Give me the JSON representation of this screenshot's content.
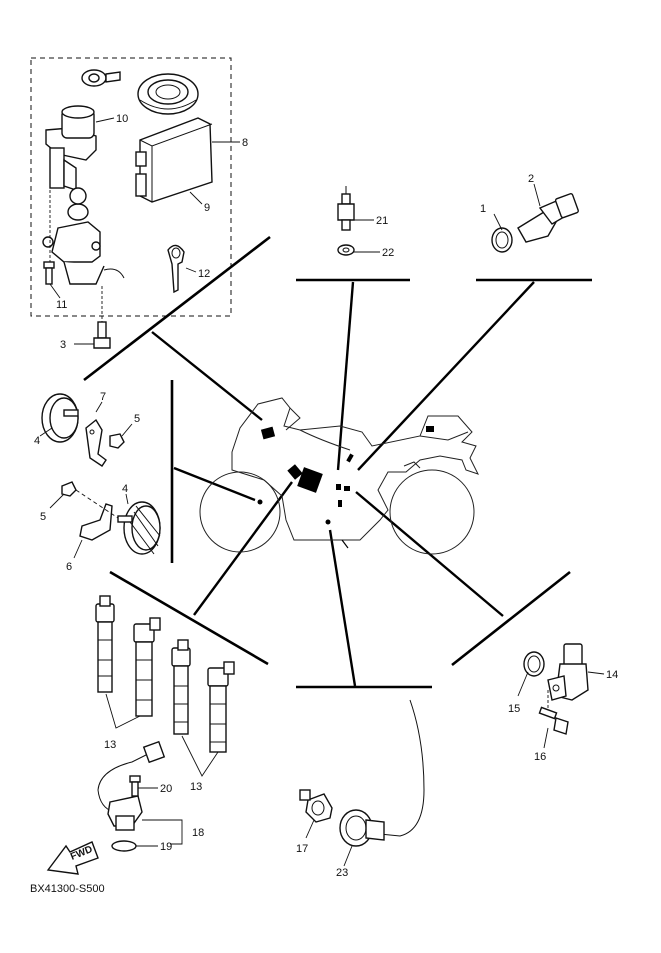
{
  "diagram": {
    "labels": {
      "p1": "1",
      "p2": "2",
      "p3": "3",
      "p4a": "4",
      "p4b": "4",
      "p5a": "5",
      "p5b": "5",
      "p6": "6",
      "p7": "7",
      "p8": "8",
      "p9": "9",
      "p10": "10",
      "p11": "11",
      "p12": "12",
      "p13a": "13",
      "p13b": "13",
      "p14": "14",
      "p15": "15",
      "p16": "16",
      "p17": "17",
      "p18": "18",
      "p19": "19",
      "p20": "20",
      "p21": "21",
      "p22": "22",
      "p23": "23"
    },
    "fwd_label": "FWD",
    "drawing_code": "BX41300-S500"
  }
}
